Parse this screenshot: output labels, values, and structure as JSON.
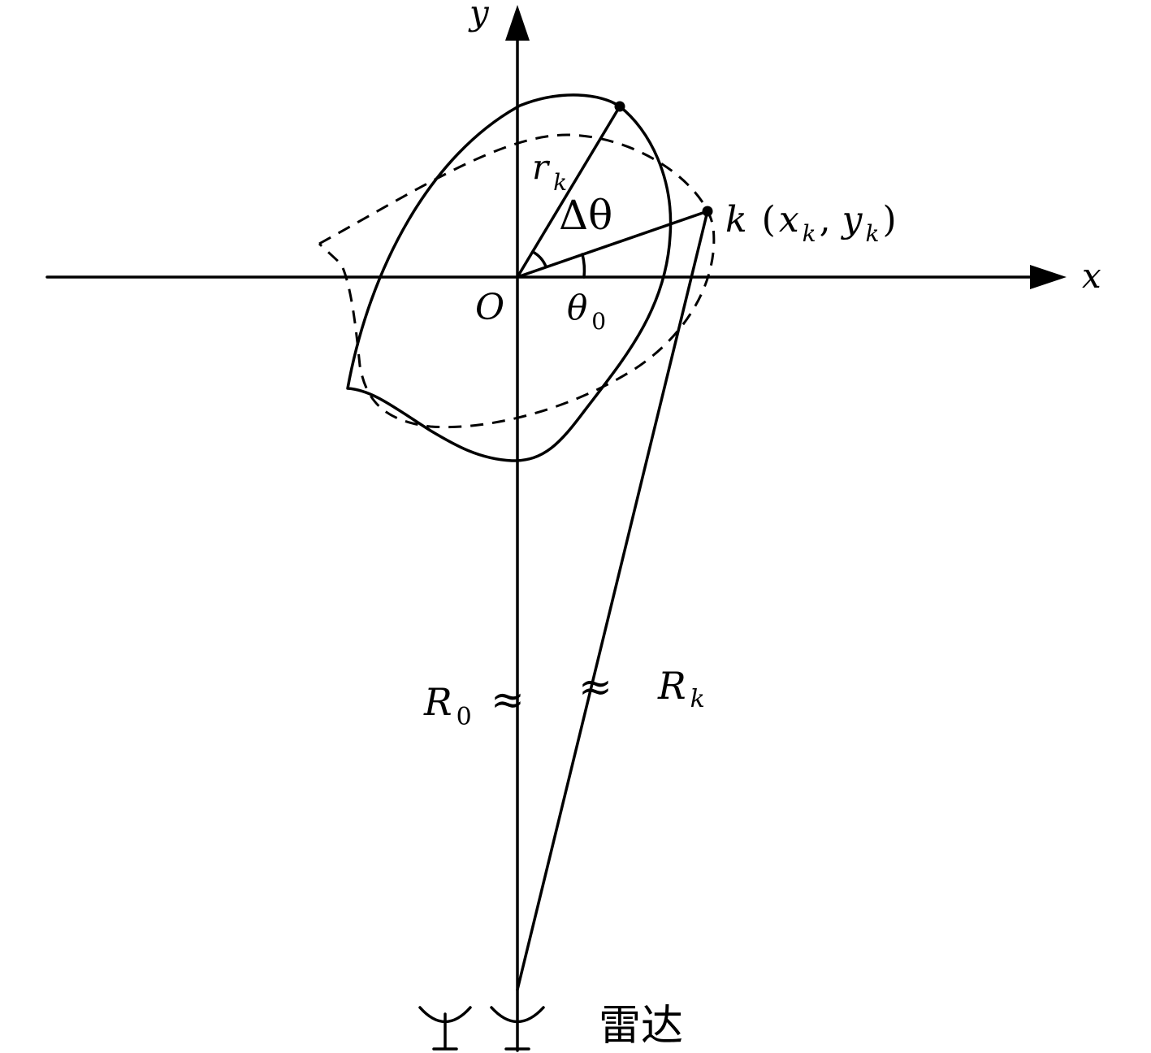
{
  "axes": {
    "x_label": "x",
    "y_label": "y",
    "origin_label": "O"
  },
  "labels": {
    "r_k": {
      "main": "r",
      "sub": "k"
    },
    "delta_theta": "Δθ",
    "theta_0": {
      "main": "θ",
      "sub": "0"
    },
    "point_k": {
      "name": "k",
      "open": "(",
      "x": "x",
      "x_sub": "k",
      "comma": ",",
      "y": "y",
      "y_sub": "k",
      "close": ")"
    },
    "R_0": {
      "main": "R",
      "sub": "0"
    },
    "R_k": {
      "main": "R",
      "sub": "k"
    },
    "approx": "≈",
    "radar": "雷达"
  }
}
